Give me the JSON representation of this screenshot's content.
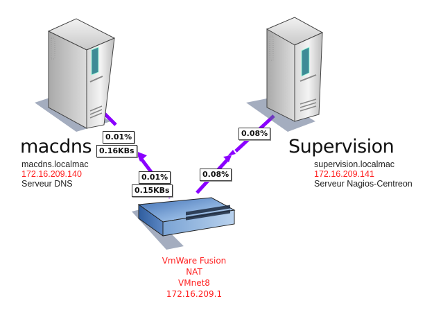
{
  "nodes": {
    "macdns": {
      "title": "macdns",
      "hostname": "macdns.localmac",
      "ip": "172.16.209.140",
      "description": "Serveur DNS",
      "icon": "server-tower-icon"
    },
    "supervision": {
      "title": "Supervision",
      "hostname": "supervision.localmac",
      "ip": "172.16.209.141",
      "description": "Serveur Nagios-Centreon",
      "icon": "server-tower-icon"
    },
    "switch": {
      "name": "VmWare Fusion",
      "mode": "NAT",
      "interface": "VMnet8",
      "ip": "172.16.209.1",
      "icon": "network-switch-icon"
    }
  },
  "links": {
    "macdns_switch": {
      "upper_pct": "0.01%",
      "upper_rate": "0.16KBs",
      "lower_pct": "0.01%",
      "lower_rate": "0.15KBs"
    },
    "supervision_switch": {
      "upper_pct": "0.08%",
      "lower_pct": "0.08%"
    }
  },
  "colors": {
    "link": "#8a00ff",
    "ip_text": "#ff2020"
  }
}
